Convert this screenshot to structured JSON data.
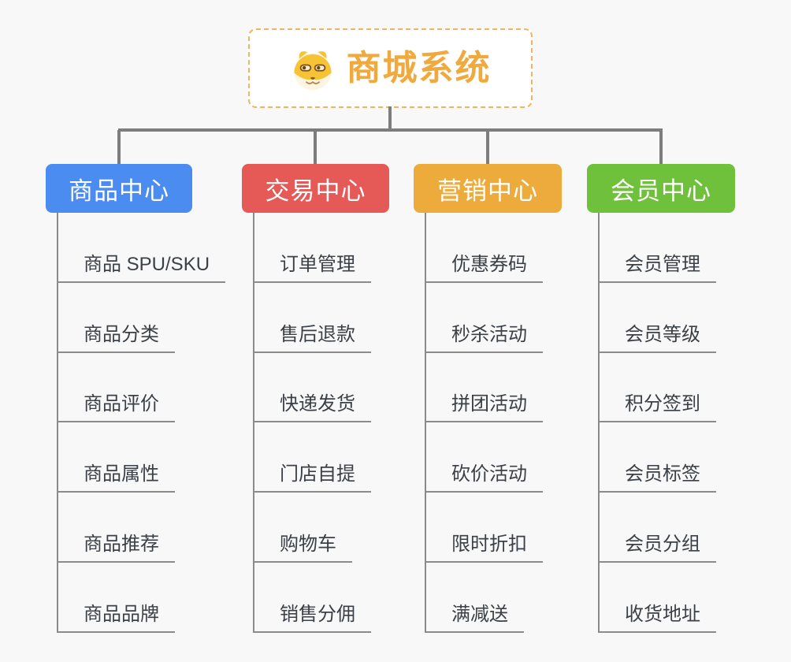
{
  "root": {
    "title": "商城系统",
    "icon": "dog-icon"
  },
  "branches": [
    {
      "label": "商品中心",
      "color": "#4a8cf0",
      "children": [
        "商品 SPU/SKU",
        "商品分类",
        "商品评价",
        "商品属性",
        "商品推荐",
        "商品品牌"
      ]
    },
    {
      "label": "交易中心",
      "color": "#e55a56",
      "children": [
        "订单管理",
        "售后退款",
        "快递发货",
        "门店自提",
        "购物车",
        "销售分佣"
      ]
    },
    {
      "label": "营销中心",
      "color": "#ecab3a",
      "children": [
        "优惠券码",
        "秒杀活动",
        "拼团活动",
        "砍价活动",
        "限时折扣",
        "满减送"
      ]
    },
    {
      "label": "会员中心",
      "color": "#6fc13c",
      "children": [
        "会员管理",
        "会员等级",
        "积分签到",
        "会员标签",
        "会员分组",
        "收货地址"
      ]
    }
  ],
  "colors": {
    "background": "#f8f8f9",
    "connector": "#7d7d7d",
    "leaf_line": "#8b8b8b",
    "leaf_text": "#3b4046",
    "root_text": "#f0a93c",
    "root_border": "#f2b45e"
  }
}
